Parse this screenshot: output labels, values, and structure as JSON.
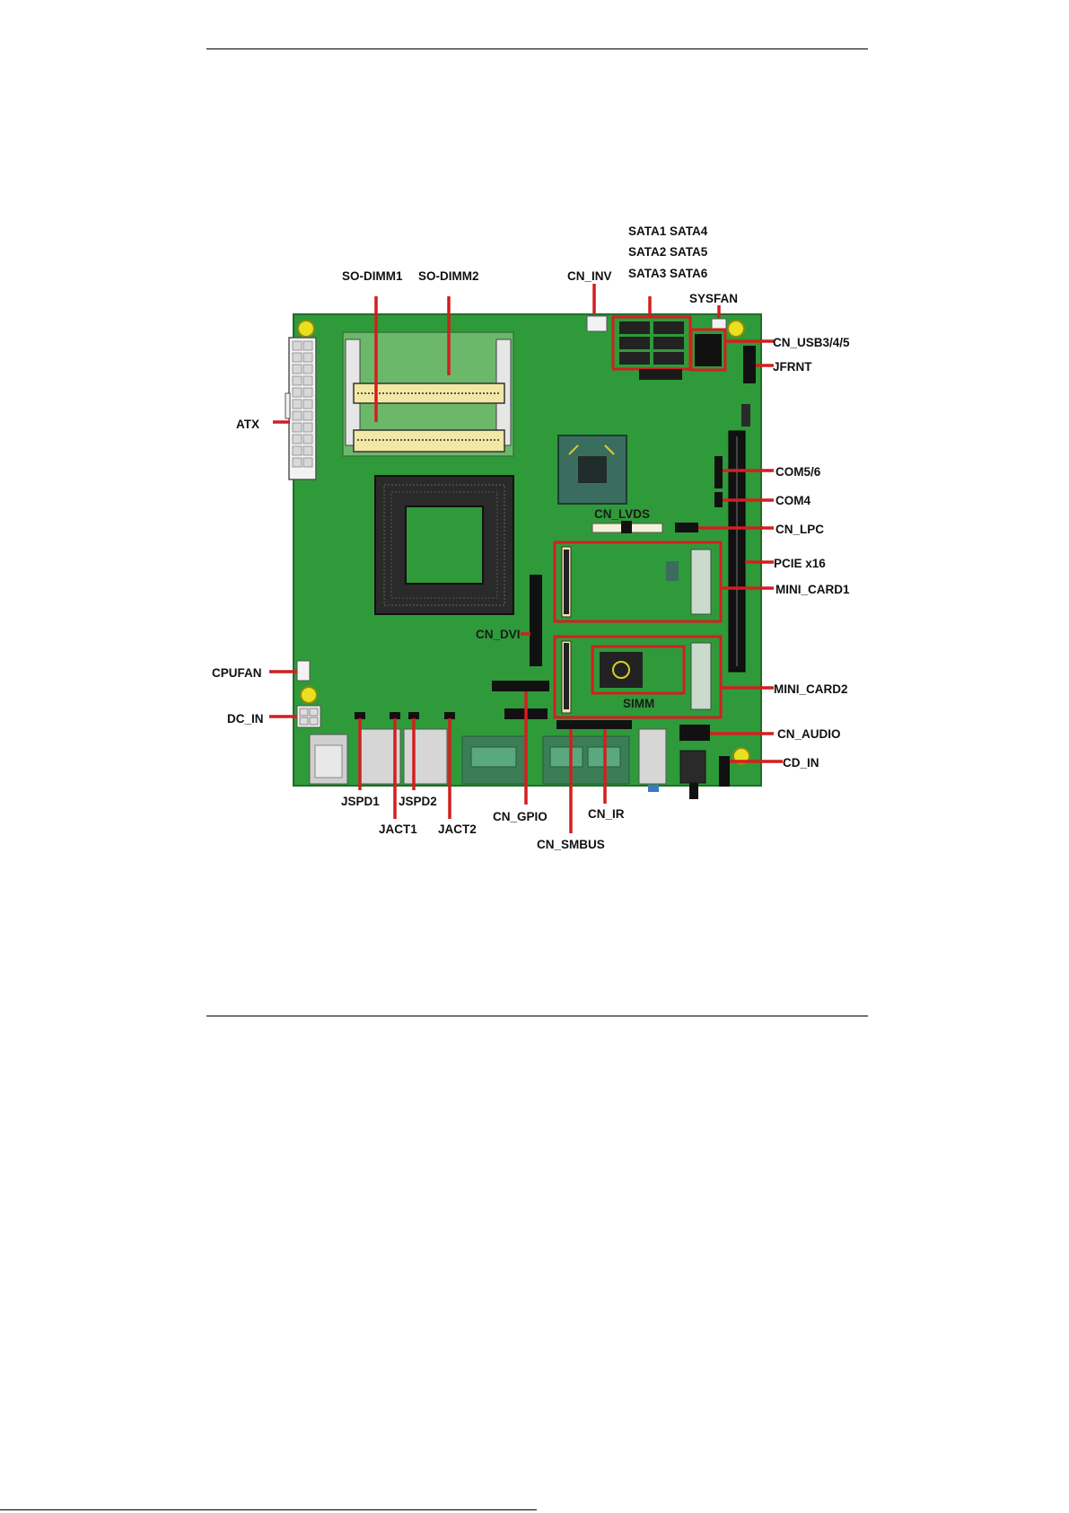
{
  "labels": {
    "so_dimm1": "SO-DIMM1",
    "so_dimm2": "SO-DIMM2",
    "cn_inv": "CN_INV",
    "sata_row1": "SATA1 SATA4",
    "sata_row2": "SATA2 SATA5",
    "sata_row3": "SATA3 SATA6",
    "sysfan": "SYSFAN",
    "cn_usb": "CN_USB3/4/5",
    "jfrnt": "JFRNT",
    "atx": "ATX",
    "com56": "COM5/6",
    "com4": "COM4",
    "cn_lvds": "CN_LVDS",
    "cn_lpc": "CN_LPC",
    "pcie": "PCIE x16",
    "mini_card1": "MINI_CARD1",
    "cn_dvi": "CN_DVI",
    "cpufan": "CPUFAN",
    "mini_card2": "MINI_CARD2",
    "simm": "SIMM",
    "dc_in": "DC_IN",
    "cn_audio": "CN_AUDIO",
    "cd_in": "CD_IN",
    "jspd1": "JSPD1",
    "jspd2": "JSPD2",
    "jact1": "JACT1",
    "jact2": "JACT2",
    "cn_gpio": "CN_GPIO",
    "cn_ir": "CN_IR",
    "cn_smbus": "CN_SMBUS"
  },
  "colors": {
    "board": "#2f9a3a",
    "board_edge": "#1f6e27",
    "callout": "#d21f1f",
    "slot": "#f3e7a6",
    "mounting_hole": "#e8e020"
  }
}
